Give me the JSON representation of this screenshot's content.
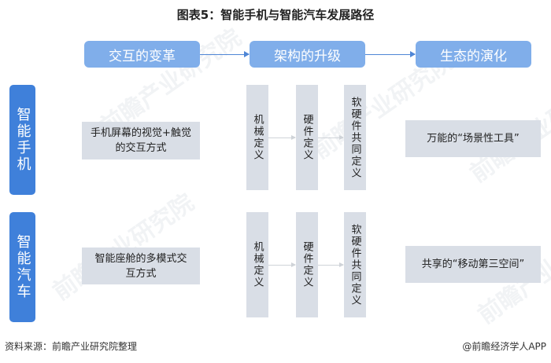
{
  "title": "图表5：智能手机与智能汽车发展路径",
  "stages": [
    "交互的变革",
    "架构的升级",
    "生态的演化"
  ],
  "rows": [
    {
      "category": "智能手机",
      "interaction": "手机屏幕的视觉+触觉的交互方式",
      "architecture": [
        "机械定义",
        "硬件定义",
        "软硬件共同定义"
      ],
      "ecosystem": "万能的“场景性工具”"
    },
    {
      "category": "智能汽车",
      "interaction": "智能座舱的多模式交互方式",
      "architecture": [
        "机械定义",
        "硬件定义",
        "软硬件共同定义"
      ],
      "ecosystem": "共享的“移动第三空间”"
    }
  ],
  "watermark": "前瞻产业研究院",
  "footer": {
    "source": "资料来源：前瞻产业研究院整理",
    "credit": "@前瞻经济学人APP"
  },
  "colors": {
    "stage": "#80aeea",
    "category": "#3f80da",
    "box": "#d9dee6"
  }
}
